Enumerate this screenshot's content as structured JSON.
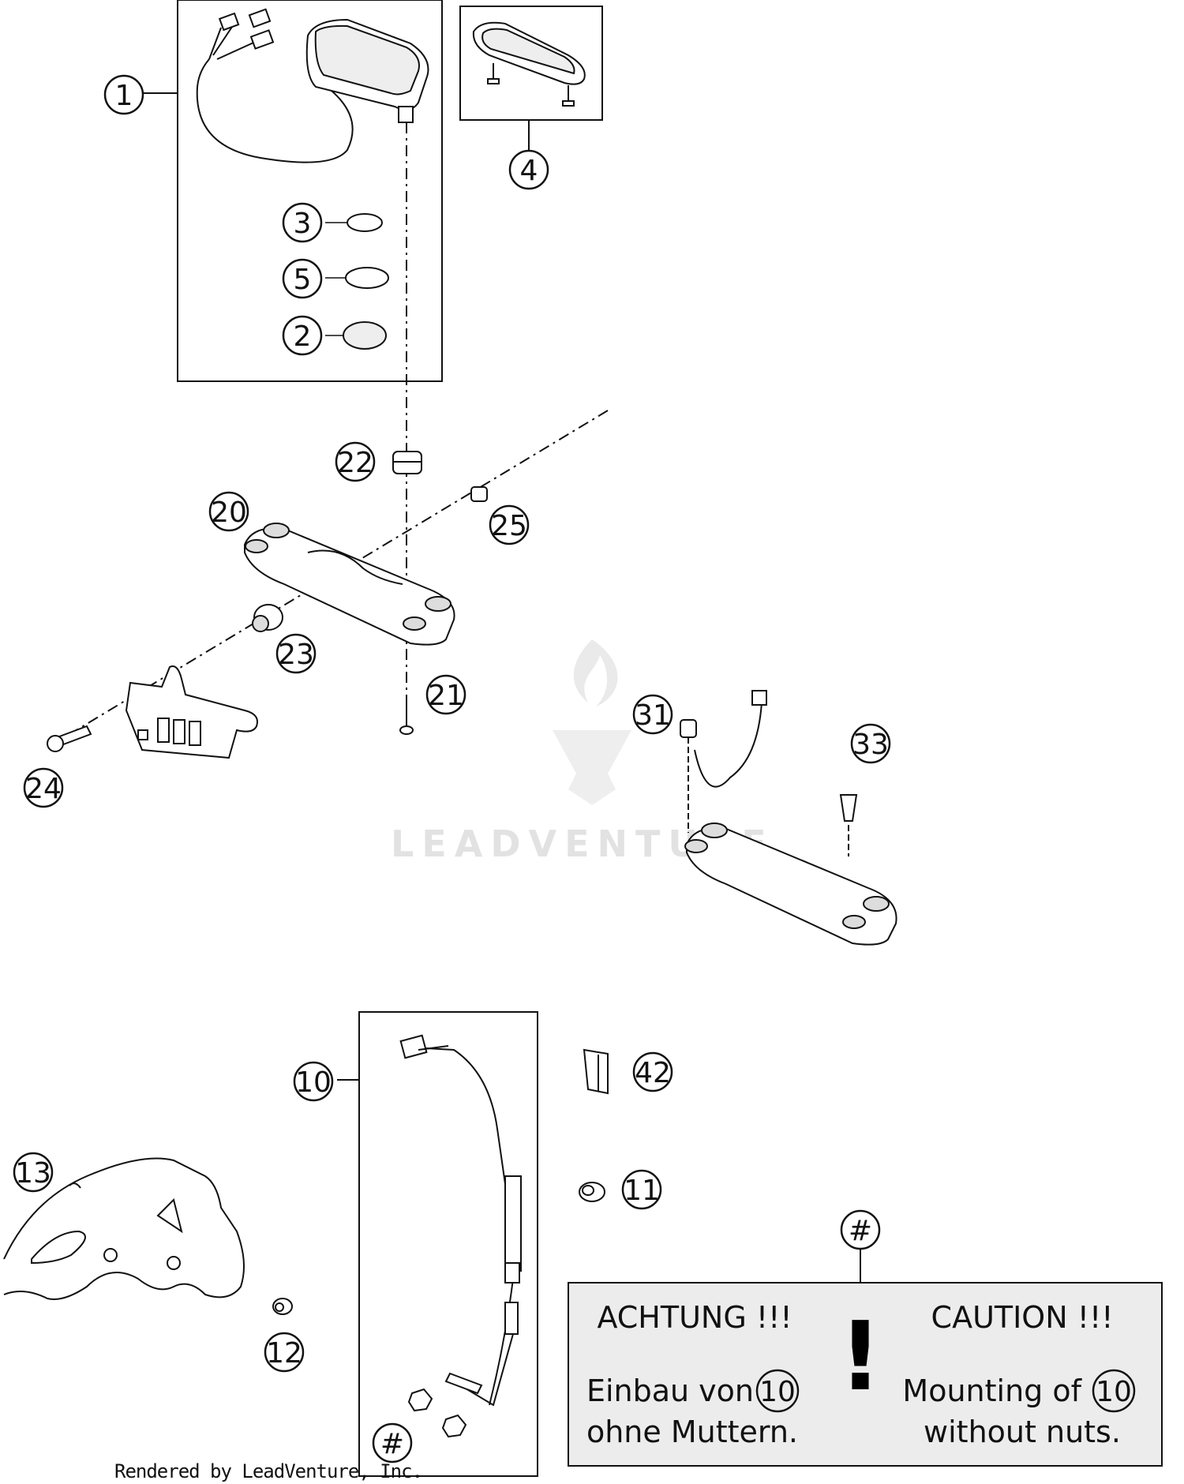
{
  "callouts": {
    "c1": "1",
    "c2": "2",
    "c3": "3",
    "c4": "4",
    "c5": "5",
    "c10": "10",
    "c11": "11",
    "c12": "12",
    "c13": "13",
    "c20": "20",
    "c21": "21",
    "c22": "22",
    "c23": "23",
    "c24": "24",
    "c25": "25",
    "c31": "31",
    "c33": "33",
    "c42": "42",
    "hash_top": "#",
    "hash_bottom": "#"
  },
  "caution_box": {
    "de_heading": "ACHTUNG !!!",
    "de_line1_prefix": "Einbau von",
    "de_line1_ref": "10",
    "de_line2": "ohne Muttern.",
    "en_heading": "CAUTION !!!",
    "en_line1_prefix": "Mounting of",
    "en_line1_ref": "10",
    "en_line2": "without nuts.",
    "exclamation": "!"
  },
  "watermark": "LEADVENTURE",
  "footer": "Rendered by LeadVenture, Inc."
}
